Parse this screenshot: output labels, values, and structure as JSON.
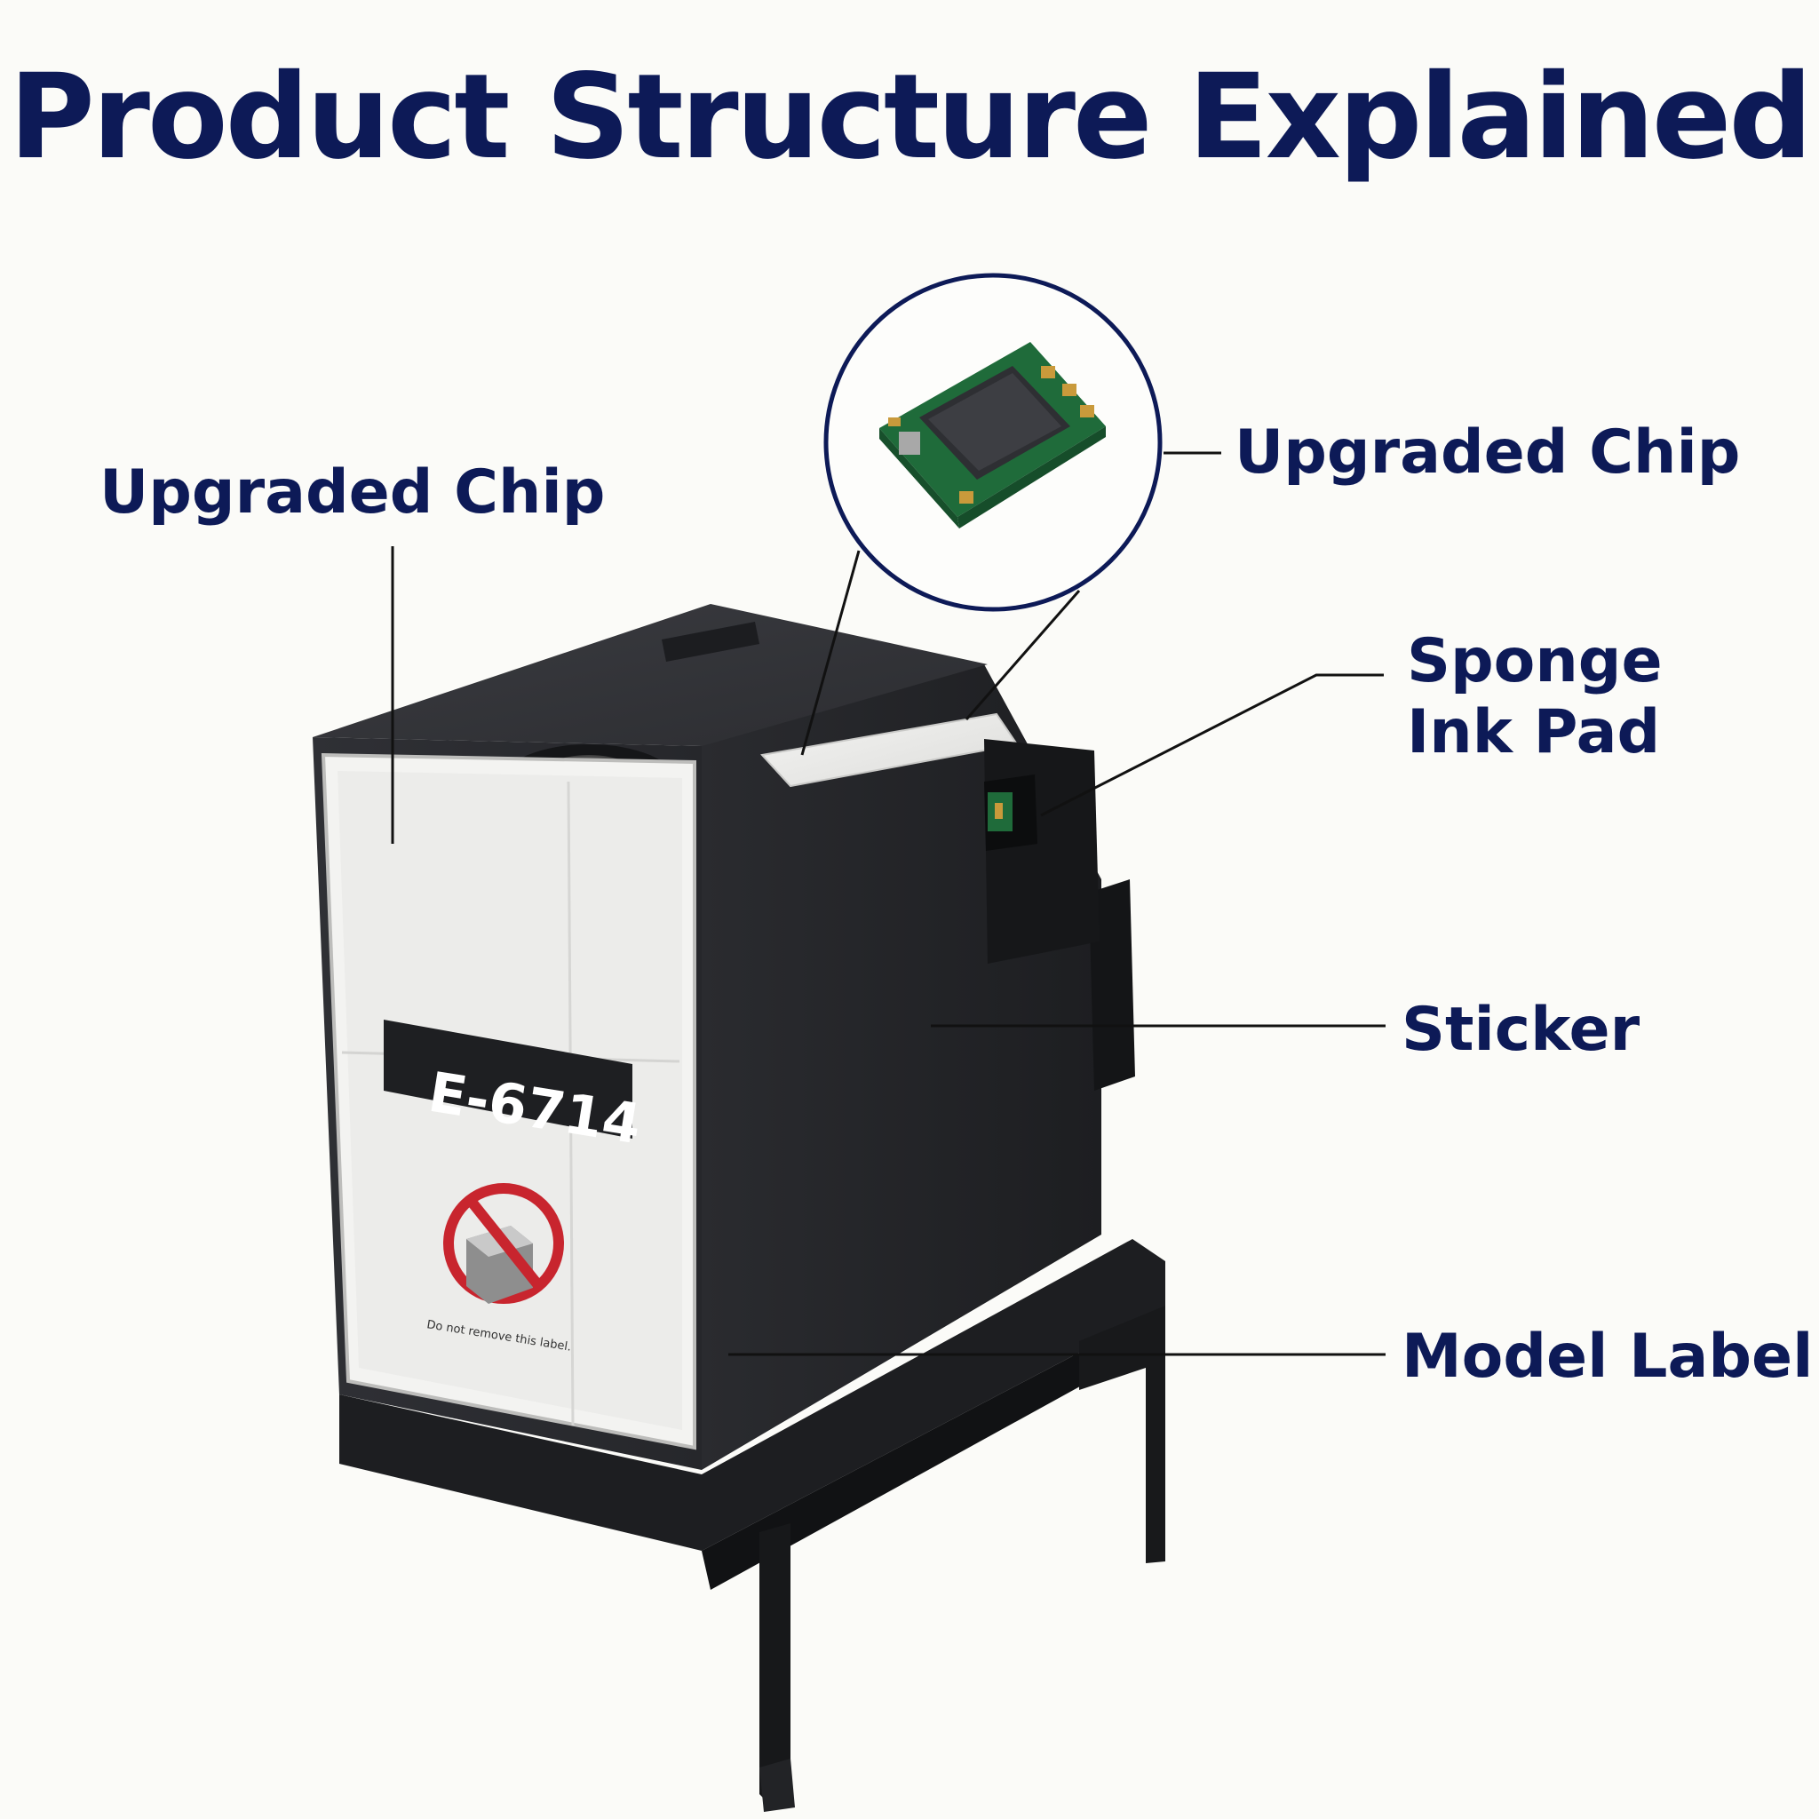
{
  "title": "Product Structure Explained",
  "callouts": {
    "chip_left": "Upgraded Chip",
    "chip_right": "Upgraded Chip",
    "sponge_line1": "Sponge",
    "sponge_line2": "Ink Pad",
    "sticker": "Sticker",
    "model_label": "Model Label"
  },
  "product": {
    "model_code": "E-6714",
    "warning_text": "Do not remove this label."
  },
  "colors": {
    "heading": "#0d1a57",
    "housing": "#2b2c30",
    "pcb": "#1f6b3a",
    "warning": "#c8252e"
  }
}
